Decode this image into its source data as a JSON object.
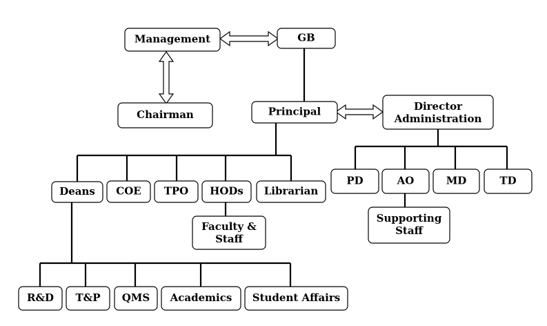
{
  "nodes": {
    "management": "Management",
    "gb": "GB",
    "chairman": "Chairman",
    "principal": "Principal",
    "director": [
      "Director",
      "Administration"
    ],
    "deans": "Deans",
    "coe": "COE",
    "tpo": "TPO",
    "hods": "HODs",
    "librarian": "Librarian",
    "faculty": [
      "Faculty &",
      "Staff"
    ],
    "pd": "PD",
    "ao": "AO",
    "md": "MD",
    "td": "TD",
    "supporting": [
      "Supporting",
      "Staff"
    ],
    "rd": "R&D",
    "tp": "T&P",
    "qms": "QMS",
    "academics": "Academics",
    "student_affairs": "Student Affairs"
  },
  "colors": {
    "stroke": "#000000",
    "fill": "#ffffff",
    "text": "#000000"
  }
}
